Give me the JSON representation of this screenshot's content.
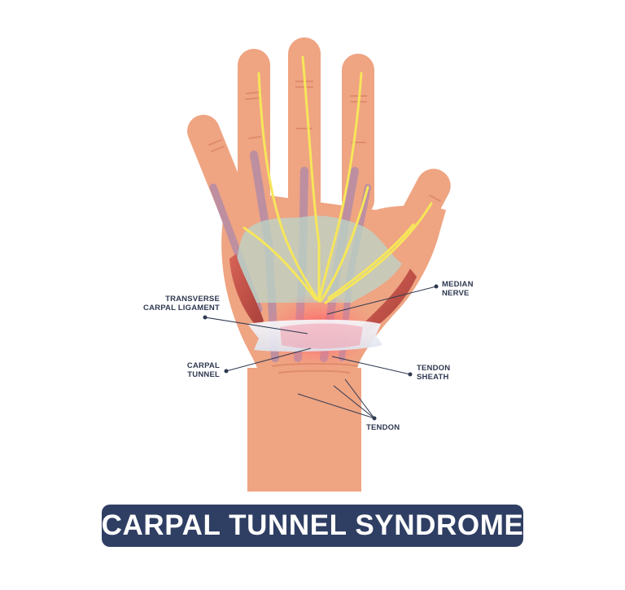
{
  "title": "CARPAL TUNNEL SYNDROME",
  "labels": {
    "transverse_carpal_ligament": [
      "TRANSVERSE",
      "CARPAL LIGAMENT"
    ],
    "median_nerve": [
      "MEDIAN",
      "NERVE"
    ],
    "carpal_tunnel": [
      "CARPAL",
      "TUNNEL"
    ],
    "tendon_sheath": [
      "TENDON",
      "SHEATH"
    ],
    "tendon": "TENDON"
  },
  "colors": {
    "skin": "#efa482",
    "skin_shadow": "#df8c6c",
    "nerve": "#f6e65a",
    "tendon": "#b08aa8",
    "synovium": "#bcd6c8",
    "ligament": "#eef0f6",
    "muscle": "#c24f45",
    "inflammation": "#ff4d55",
    "banner": "#2f3e63",
    "label_text": "#2e3850"
  }
}
